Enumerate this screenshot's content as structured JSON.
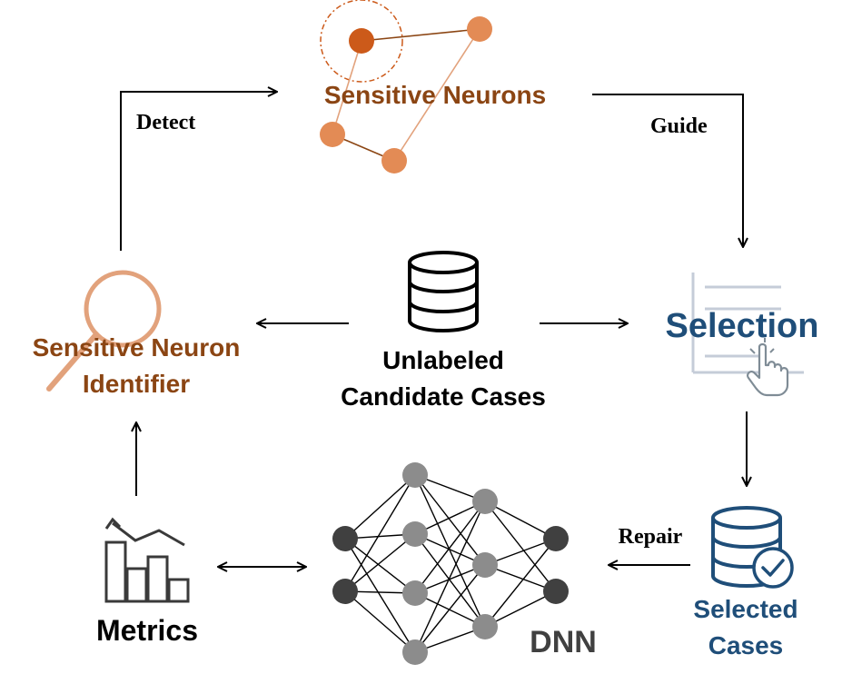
{
  "labels": {
    "sensitive_neurons": "Sensitive Neurons",
    "detect": "Detect",
    "guide": "Guide",
    "identifier_line1": "Sensitive Neuron",
    "identifier_line2": "Identifier",
    "unlabeled_line1": "Unlabeled",
    "unlabeled_line2": "Candidate Cases",
    "selection": "Selection",
    "selected_line1": "Selected",
    "selected_line2": "Cases",
    "repair": "Repair",
    "metrics": "Metrics",
    "dnn": "DNN"
  },
  "colors": {
    "orange_dark": "#8B4513",
    "orange_fill": "#E38B55",
    "orange_node": "#CC5A1A",
    "orange_ring": "#E2A27C",
    "blue": "#1F4E79",
    "selection_doc": "#C5CCD8",
    "arrow": "#000000",
    "nn_dark": "#404040",
    "nn_gray": "#8C8C8C",
    "metrics_icon": "#3A3A3A"
  },
  "icons": {
    "neurons": "neuron-graph-icon",
    "identifier": "magnifier-icon",
    "unlabeled": "database-icon",
    "selection": "hand-pointer-icon",
    "selected": "database-check-icon",
    "metrics": "bar-chart-trend-icon",
    "dnn": "neural-network-icon"
  }
}
